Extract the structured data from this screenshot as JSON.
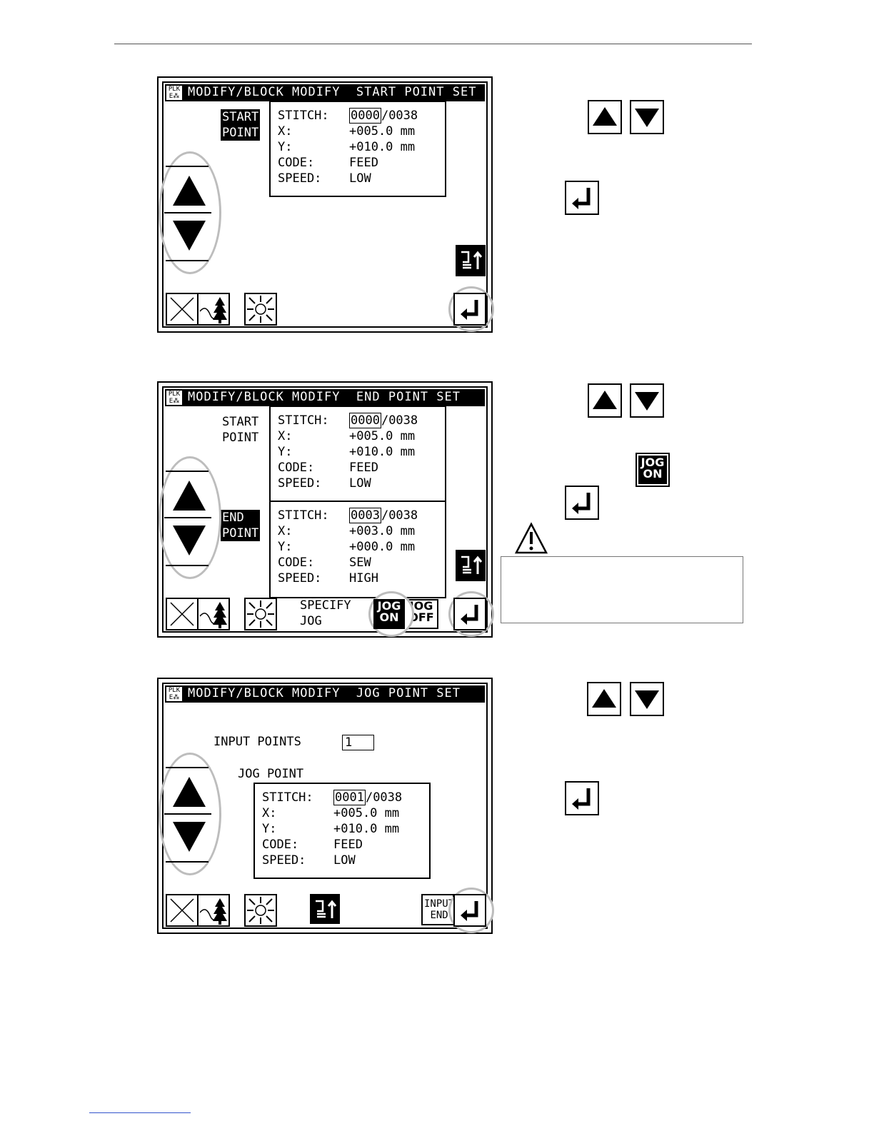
{
  "screens": [
    {
      "title": "MODIFY/BLOCK MODIFY  START POINT SET",
      "plk": "PLK",
      "label_start_1": "START",
      "label_start_2": "POINT",
      "box1": {
        "stitch_label": "STITCH:",
        "stitch_cur": "0000",
        "stitch_total": "/0038",
        "x_label": "X:",
        "x_val": "+005.0 mm",
        "y_label": "Y:",
        "y_val": "+010.0 mm",
        "code_label": "CODE:",
        "code_val": "FEED",
        "speed_label": "SPEED:",
        "speed_val": "LOW"
      }
    },
    {
      "title": "MODIFY/BLOCK MODIFY  END POINT SET",
      "plk": "PLK",
      "label_start_1": "START",
      "label_start_2": "POINT",
      "label_end_1": "END",
      "label_end_2": "POINT",
      "box1": {
        "stitch_label": "STITCH:",
        "stitch_cur": "0000",
        "stitch_total": "/0038",
        "x_label": "X:",
        "x_val": "+005.0 mm",
        "y_label": "Y:",
        "y_val": "+010.0 mm",
        "code_label": "CODE:",
        "code_val": "FEED",
        "speed_label": "SPEED:",
        "speed_val": "LOW"
      },
      "box2": {
        "stitch_label": "STITCH:",
        "stitch_cur": "0003",
        "stitch_total": "/0038",
        "x_label": "X:",
        "x_val": "+003.0 mm",
        "y_label": "Y:",
        "y_val": "+000.0 mm",
        "code_label": "CODE:",
        "code_val": "SEW",
        "speed_label": "SPEED:",
        "speed_val": "HIGH"
      },
      "specify_1": "SPECIFY",
      "specify_2": "JOG",
      "jog_on_1": "JOG",
      "jog_on_2": "ON",
      "jog_off_1": "JOG",
      "jog_off_2": "OFF"
    },
    {
      "title": "MODIFY/BLOCK MODIFY  JOG POINT SET",
      "plk": "PLK",
      "input_points_label": "INPUT POINTS",
      "input_points_value": "1",
      "jog_point_label": "JOG POINT",
      "box1": {
        "stitch_label": "STITCH:",
        "stitch_cur": "0001",
        "stitch_total": "/0038",
        "x_label": "X:",
        "x_val": "+005.0 mm",
        "y_label": "Y:",
        "y_val": "+010.0 mm",
        "code_label": "CODE:",
        "code_val": "FEED",
        "speed_label": "SPEED:",
        "speed_val": "LOW"
      },
      "input_end_1": "INPUT",
      "input_end_2": "END"
    }
  ],
  "side_jog_on_1": "JOG",
  "side_jog_on_2": "ON"
}
